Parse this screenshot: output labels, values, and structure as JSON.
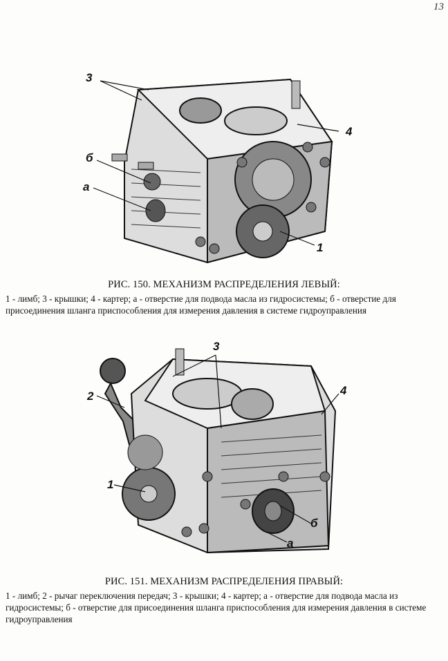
{
  "page_number": "13",
  "figure1": {
    "title": "РИС. 150. МЕХАНИЗМ РАСПРЕДЕЛЕНИЯ ЛЕВЫЙ:",
    "description": "1 - лимб; 3 - крышки; 4 - картер; а - отверстие для подвода масла из гидросистемы; б - отверстие для присоединения шланга приспособления для измерения давления в системе гидроуправления",
    "callouts": {
      "c3": "3",
      "c4": "4",
      "cb": "б",
      "ca": "а",
      "c1": "1"
    }
  },
  "figure2": {
    "title": "РИС. 151. МЕХАНИЗМ РАСПРЕДЕЛЕНИЯ ПРАВЫЙ:",
    "description": "1 - лимб; 2 - рычаг переключения передач; 3 - крышки; 4 - картер; а - отверстие для подвода масла из гидросистемы; б - отверстие для присоединения шланга приспособления для измерения давления в системе гидроуправления",
    "callouts": {
      "c3": "3",
      "c2": "2",
      "c4": "4",
      "c1": "1",
      "cb": "б",
      "ca": "а"
    }
  }
}
